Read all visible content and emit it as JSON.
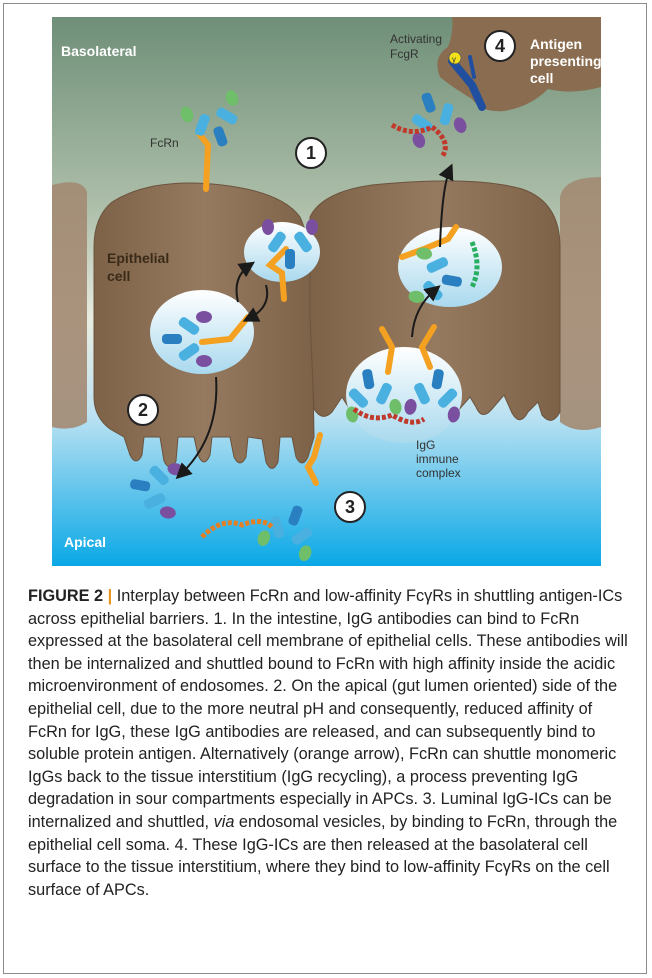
{
  "figure": {
    "labels": {
      "basolateral": "Basolateral",
      "apical": "Apical",
      "epithelial_cell_line1": "Epithelial",
      "epithelial_cell_line2": "cell",
      "antigen_presenting_line1": "Antigen",
      "antigen_presenting_line2": "presenting",
      "antigen_presenting_line3": "cell",
      "activating_line1": "Activating",
      "activating_line2": "FcgR",
      "gamma_symbol": "γ",
      "fcrn": "FcRn",
      "igg_line1": "IgG",
      "igg_line2": "immune",
      "igg_line3": "complex"
    },
    "steps": [
      "1",
      "2",
      "3",
      "4"
    ]
  },
  "caption": {
    "label": "FIGURE 2",
    "separator": "|",
    "text_part1": "Interplay between FcRn and low-affinity FcγRs in shuttling antigen-ICs across epithelial barriers. 1. In the intestine, IgG antibodies can bind to FcRn expressed at the basolateral cell membrane of epithelial cells. These antibodies will then be internalized and shuttled bound to FcRn with high affinity inside the acidic microenvironment of endosomes. 2. On the apical (gut lumen oriented) side of the epithelial cell, due to the more neutral pH and consequently, reduced affinity of FcRn for IgG, these IgG antibodies are released, and can subsequently bind to soluble protein antigen. Alternatively (orange arrow), FcRn can shuttle monomeric IgGs back to the tissue interstitium (IgG recycling), a process preventing IgG degradation in sour compartments especially in APCs. 3. Luminal IgG-ICs can be internalized and shuttled,",
    "text_italic": "via",
    "text_part2": "endosomal vesicles, by binding to FcRn, through the epithelial cell soma. 4. These IgG-ICs are then released at the basolateral cell surface to the tissue interstitium, where they bind to low-affinity FcγRs on the cell surface of APCs."
  }
}
